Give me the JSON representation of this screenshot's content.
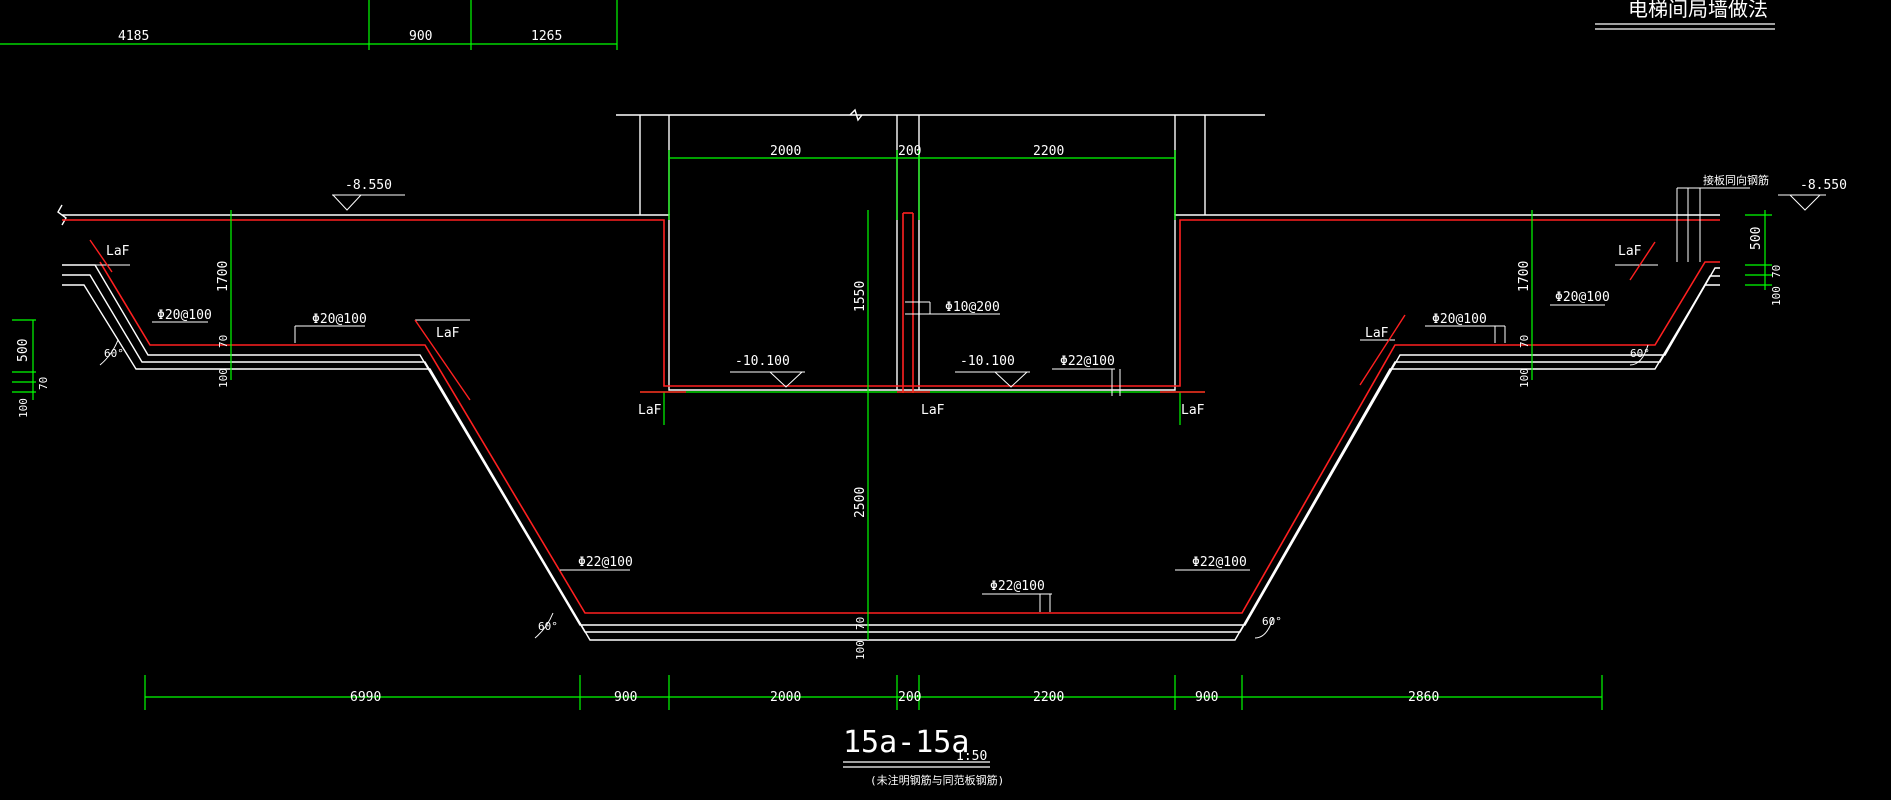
{
  "colors": {
    "background": "#000000",
    "concrete": "#ffffff",
    "rebar": "#ff2020",
    "dimension": "#00ff00",
    "text": "#ffffff"
  },
  "drawing": {
    "top_header": "电梯间局墙做法",
    "top_dims": [
      "4185",
      "900",
      "1265"
    ],
    "pit_dims": [
      "2000",
      "200",
      "2200"
    ],
    "bottom_dims": [
      "6990",
      "900",
      "2000",
      "200",
      "2200",
      "900",
      "2860"
    ],
    "elevations": {
      "left_top": "-8.550",
      "right_top": "-8.550",
      "pit_left": "-10.100",
      "pit_right": "-10.100"
    },
    "vertical_dims": {
      "left_1700": "1700",
      "left_70": "70",
      "left_100": "100",
      "right_1700": "1700",
      "right_70": "70",
      "right_100": "100",
      "far_left_500": "500",
      "far_left_70": "70",
      "far_left_100": "100",
      "far_right_500": "500",
      "far_right_70": "70",
      "far_right_100": "100",
      "center_1550": "1550",
      "center_2500": "2500",
      "center_70": "70",
      "center_100": "100"
    },
    "rebar_labels": {
      "left_slope_upper": "Φ20@100",
      "left_floor_upper": "Φ20@100",
      "right_slope_upper": "Φ20@100",
      "right_floor_upper": "Φ20@100",
      "divider_wall": "Φ10@200",
      "pit_floor": "Φ22@100",
      "left_big_slope": "Φ22@100",
      "right_big_slope": "Φ22@100",
      "bottom_slab": "Φ22@100"
    },
    "laf_labels": [
      "LaF",
      "LaF",
      "LaF",
      "LaF",
      "LaF",
      "LaF",
      "LaF"
    ],
    "angles": [
      "60°",
      "60°",
      "60°",
      "60°"
    ],
    "right_note": "接板同向钢筋",
    "section_title": "15a-15a",
    "section_scale": "1:50",
    "section_note": "(未注明钢筋与同范板钢筋)"
  }
}
